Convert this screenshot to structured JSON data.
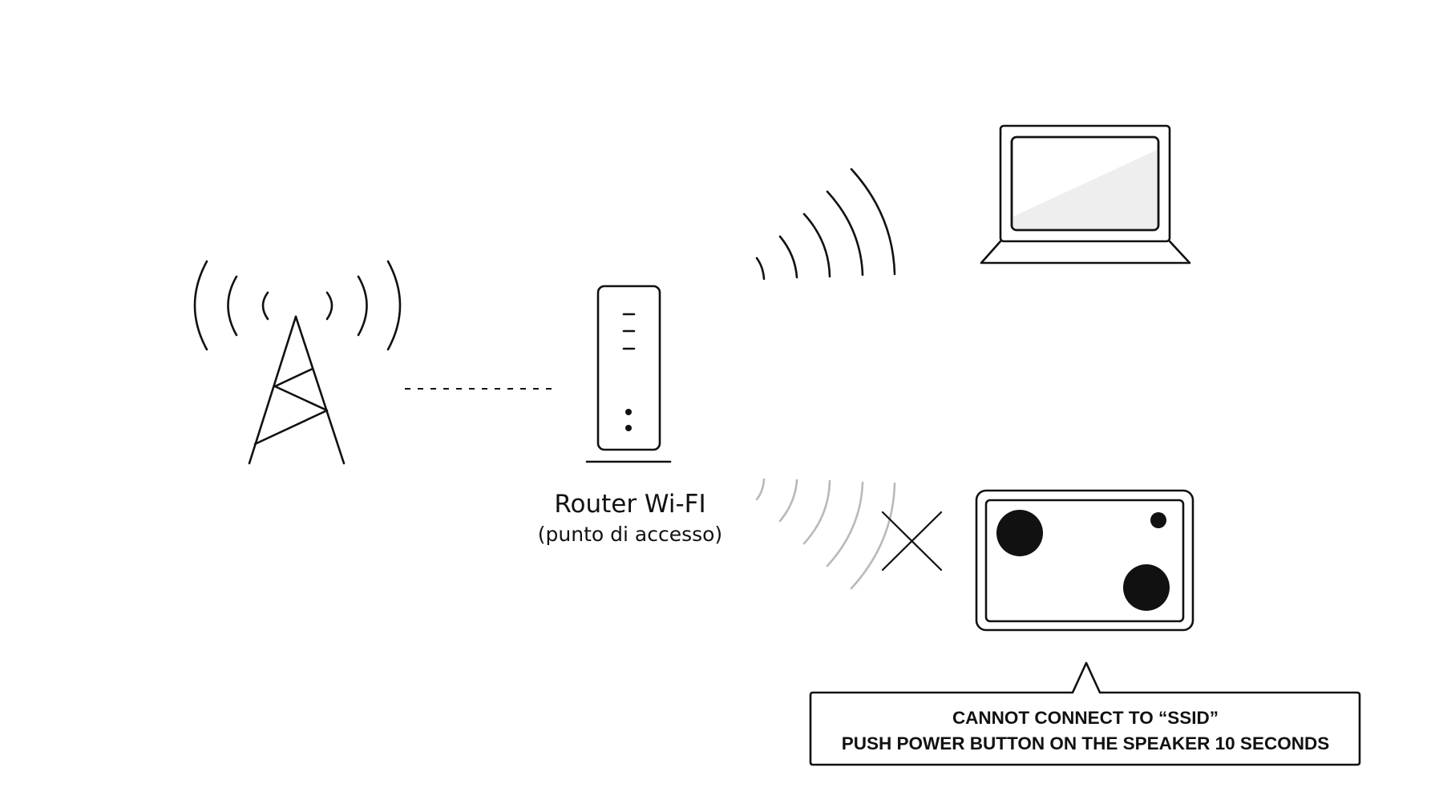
{
  "router": {
    "label": "Router Wi-FI",
    "sublabel": "(punto di accesso)"
  },
  "message": {
    "line1": "CANNOT CONNECT TO “SSID”",
    "line2": "PUSH POWER BUTTON ON THE SPEAKER 10 SECONDS"
  },
  "icons": {
    "tower": "cell-tower-icon",
    "router": "router-icon",
    "laptop": "laptop-icon",
    "speaker": "speaker-icon",
    "fail": "x-mark-icon"
  },
  "colors": {
    "line": "#111111",
    "faded_signal": "#b9b9b9",
    "screen_glare": "#eeeeee"
  }
}
